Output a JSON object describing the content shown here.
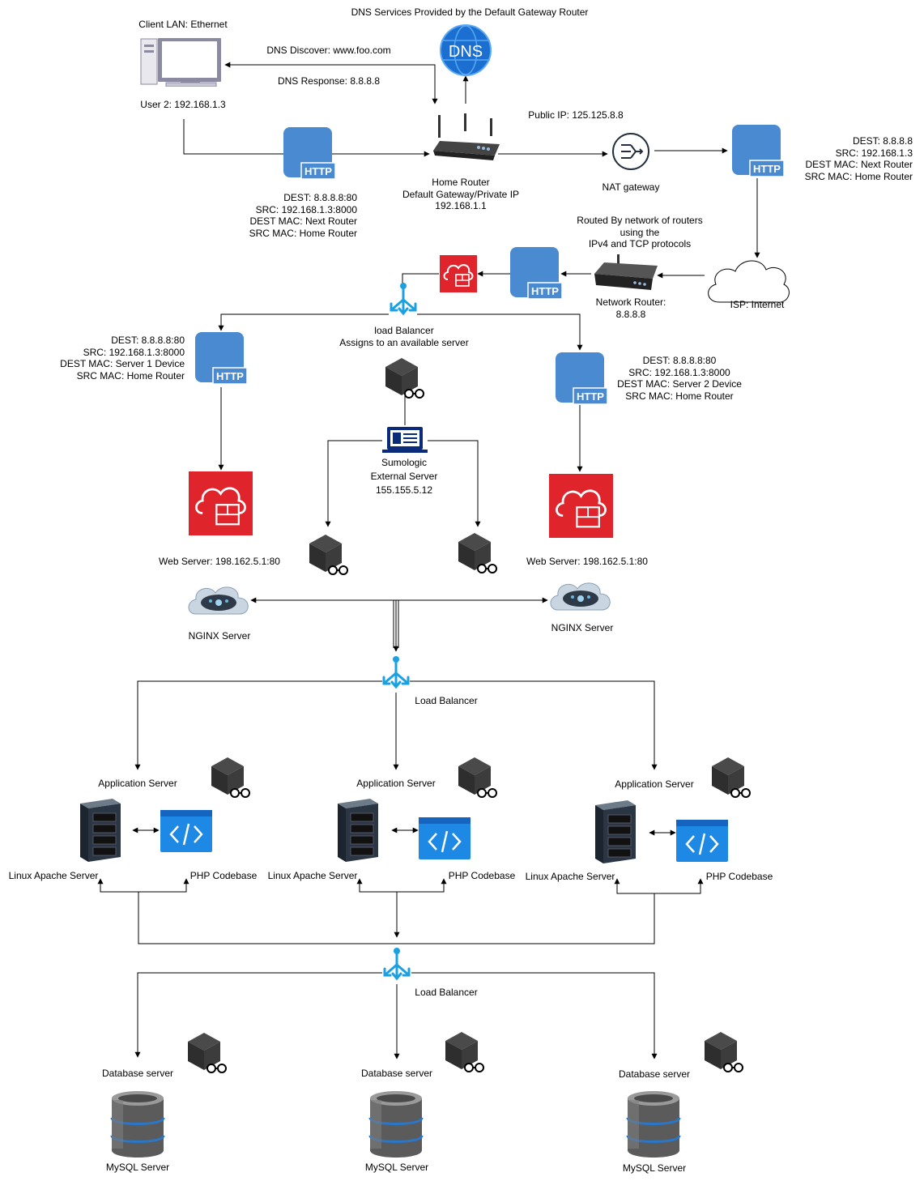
{
  "title": "DNS Services Provided by the Default Gateway Router",
  "client": {
    "lan": "Client LAN: Ethernet",
    "user": "User 2: 192.168.1.3"
  },
  "dns": {
    "icon_text": "DNS",
    "discover": "DNS Discover: www.foo.com",
    "response": "DNS Response: 8.8.8.8"
  },
  "home_router": {
    "name": "Home Router",
    "role": "Default Gateway/Private IP",
    "ip": "192.168.1.1"
  },
  "public_ip": "Public IP: 125.125.8.8",
  "nat": "NAT gateway",
  "http_icon_text": "HTTP",
  "packets": {
    "p1": [
      "DEST: 8.8.8.8:80",
      "SRC: 192.168.1.3:8000",
      "DEST MAC: Next Router",
      "SRC MAC: Home Router"
    ],
    "p2": [
      "DEST: 8.8.8.8",
      "SRC: 192.168.1.3",
      "DEST MAC: Next Router",
      "SRC MAC: Home Router"
    ],
    "p3": [
      "DEST: 8.8.8.8:80",
      "SRC: 192.168.1.3:8000",
      "DEST MAC: Server 1 Device",
      "SRC MAC: Home Router"
    ],
    "p4": [
      "DEST: 8.8.8.8:80",
      "SRC: 192.168.1.3:8000",
      "DEST MAC: Server 2 Device",
      "SRC MAC: Home Router"
    ]
  },
  "routing": [
    "Routed By network of routers",
    "using the",
    "IPv4 and TCP protocols"
  ],
  "isp": "ISP: Internet",
  "network_router": {
    "name": "Network Router:",
    "ip": "8.8.8.8"
  },
  "lb1": {
    "name": "load Balancer",
    "desc": "Assigns to an available server"
  },
  "sumologic": {
    "name": "Sumologic",
    "role": "External Server",
    "ip": "155.155.5.12"
  },
  "web_server": "Web Server: 198.162.5.1:80",
  "nginx": "NGINX Server",
  "load_balancer": "Load Balancer",
  "app_server": "Application Server",
  "linux_apache": "Linux Apache Server",
  "php": "PHP Codebase",
  "db_server": "Database server",
  "mysql": "MySQL Server",
  "colors": {
    "http_blue": "#4a8ad0",
    "firewall_red": "#e0242c",
    "lb_cyan": "#1ba1e2",
    "code_blue": "#1e88e5"
  }
}
